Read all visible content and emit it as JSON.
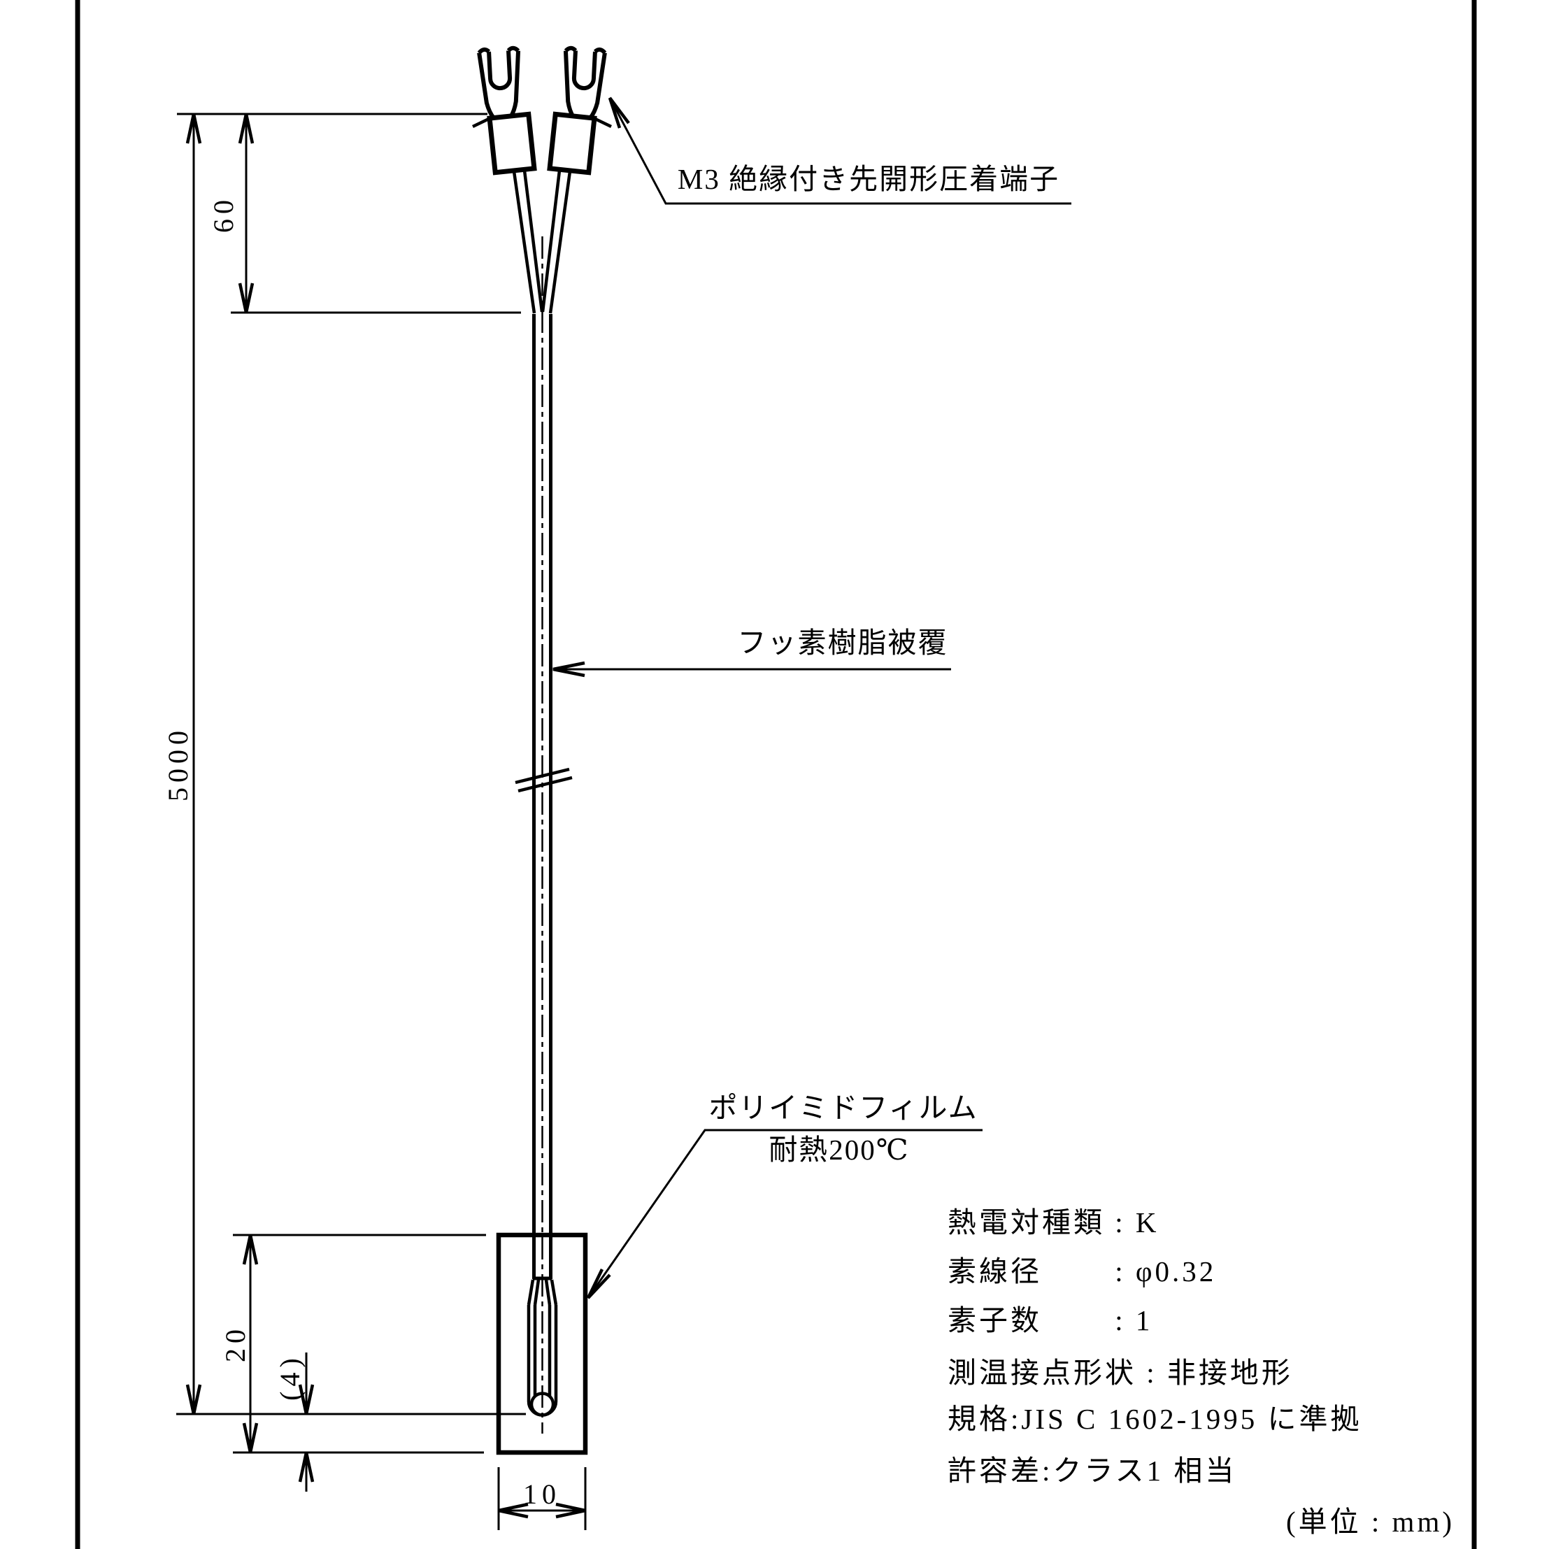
{
  "page": {
    "background": "#ffffff",
    "line_color": "#000000",
    "type": "thermocouple technical drawing"
  },
  "labels": {
    "terminal": "M3 絶縁付き先開形圧着端子",
    "sheath": "フッ素樹脂被覆",
    "film_line1": "ポリイミドフィルム",
    "film_line2": "耐熱200℃"
  },
  "dimensions": {
    "total_length": "5000",
    "terminal_lead_length": "60",
    "film_length": "20",
    "tip_inset": "(4)",
    "film_width": "10"
  },
  "specs": {
    "type": "熱電対種類 : K",
    "wire_diameter": "素線径　　 : φ0.32",
    "elements": "素子数　　 : 1",
    "junction": "測温接点形状 : 非接地形",
    "standard": "規格:JIS C 1602-1995 に準拠",
    "tolerance": "許容差:クラス1 相当",
    "unit": "(単位 : mm)"
  }
}
